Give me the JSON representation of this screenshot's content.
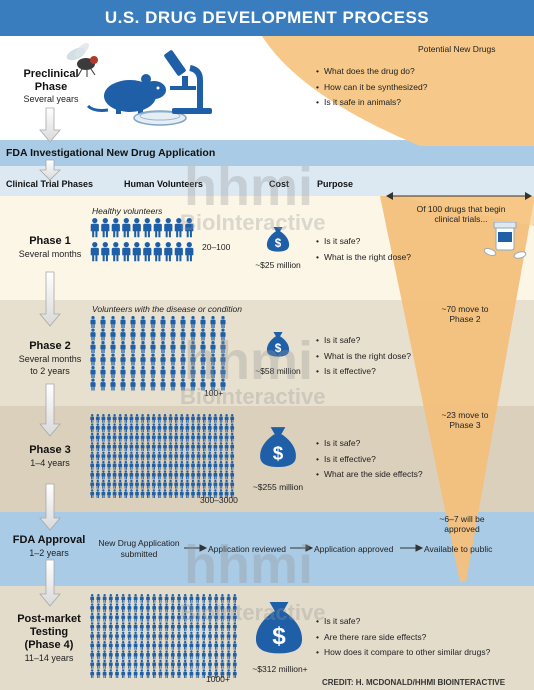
{
  "title": "U.S. DRUG DEVELOPMENT PROCESS",
  "potential_label": "Potential New Drugs",
  "preclinical": {
    "name_line1": "Preclinical",
    "name_line2": "Phase",
    "duration": "Several years",
    "questions": [
      "What does the drug do?",
      "How can it be synthesized?",
      "Is it safe in animals?"
    ]
  },
  "ind_bar": "FDA Investigational New Drug Application",
  "columns": {
    "phases": "Clinical Trial Phases",
    "volunteers": "Human Volunteers",
    "cost": "Cost",
    "purpose": "Purpose"
  },
  "funnel_intro": "Of 100 drugs that begin clinical trials...",
  "phase1": {
    "name": "Phase 1",
    "duration": "Several months",
    "volunteers_label": "Healthy volunteers",
    "count": "20–100",
    "cost": "~$25 million",
    "questions": [
      "Is it safe?",
      "What is the right dose?"
    ]
  },
  "phase2": {
    "name": "Phase 2",
    "duration_line1": "Several months",
    "duration_line2": "to 2 years",
    "volunteers_label": "Volunteers with the disease or condition",
    "count": "100+",
    "cost": "~$58 million",
    "questions": [
      "Is it safe?",
      "What is the right dose?",
      "Is it effective?"
    ],
    "funnel_note": "~70 move to Phase 2"
  },
  "phase3": {
    "name": "Phase 3",
    "duration": "1–4 years",
    "count": "300–3000",
    "cost": "~$255 million",
    "questions": [
      "Is it safe?",
      "Is it effective?",
      "What are the side effects?"
    ],
    "funnel_note": "~23 move to Phase 3"
  },
  "approval": {
    "name": "FDA Approval",
    "duration": "1–2 years",
    "step1": "New Drug Application submitted",
    "step2": "Application reviewed",
    "step3": "Application approved",
    "step4": "Available to public",
    "funnel_note": "~6–7 will be approved"
  },
  "postmarket": {
    "name_line1": "Post-market",
    "name_line2": "Testing",
    "name_line3": "(Phase 4)",
    "duration": "11–14 years",
    "count": "1000+",
    "cost": "~$312 million+",
    "questions": [
      "Is it safe?",
      "Are there rare side effects?",
      "How does it compare to other similar drugs?"
    ]
  },
  "watermark": {
    "logo": "hhmi",
    "sub": "BioInteractive"
  },
  "credit": "CREDIT: H. MCDONALD/HHMI BIOINTERACTIVE",
  "colors": {
    "header": "#3a7dbf",
    "blue_band": "#aecde6",
    "funnel": "#f6c98a",
    "person": "#1e5fa8",
    "cream": "#fbf5e4",
    "tan": "#e9e1cf"
  }
}
